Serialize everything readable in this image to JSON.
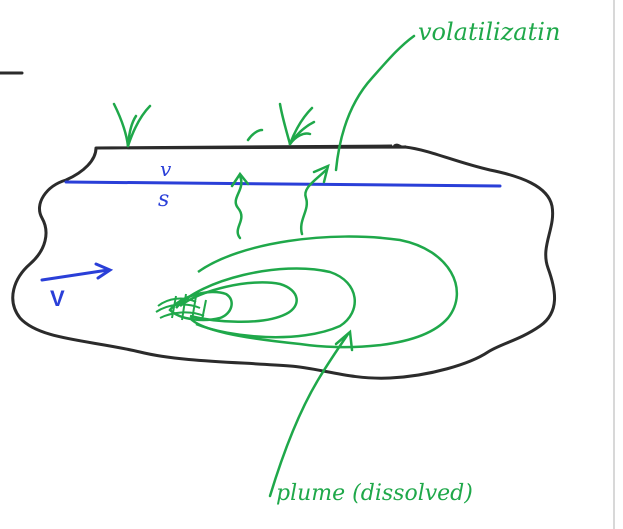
{
  "labels": {
    "volatilization": "volatilizatin",
    "plume": "plume (dissolved)",
    "velocity": "V",
    "water_table_v": "v",
    "water_table_s": "s"
  },
  "colors": {
    "ground_outline": "#2b2b2b",
    "water_table": "#2a3fd8",
    "annotation": "#1fa84a",
    "background": "#ffffff"
  }
}
